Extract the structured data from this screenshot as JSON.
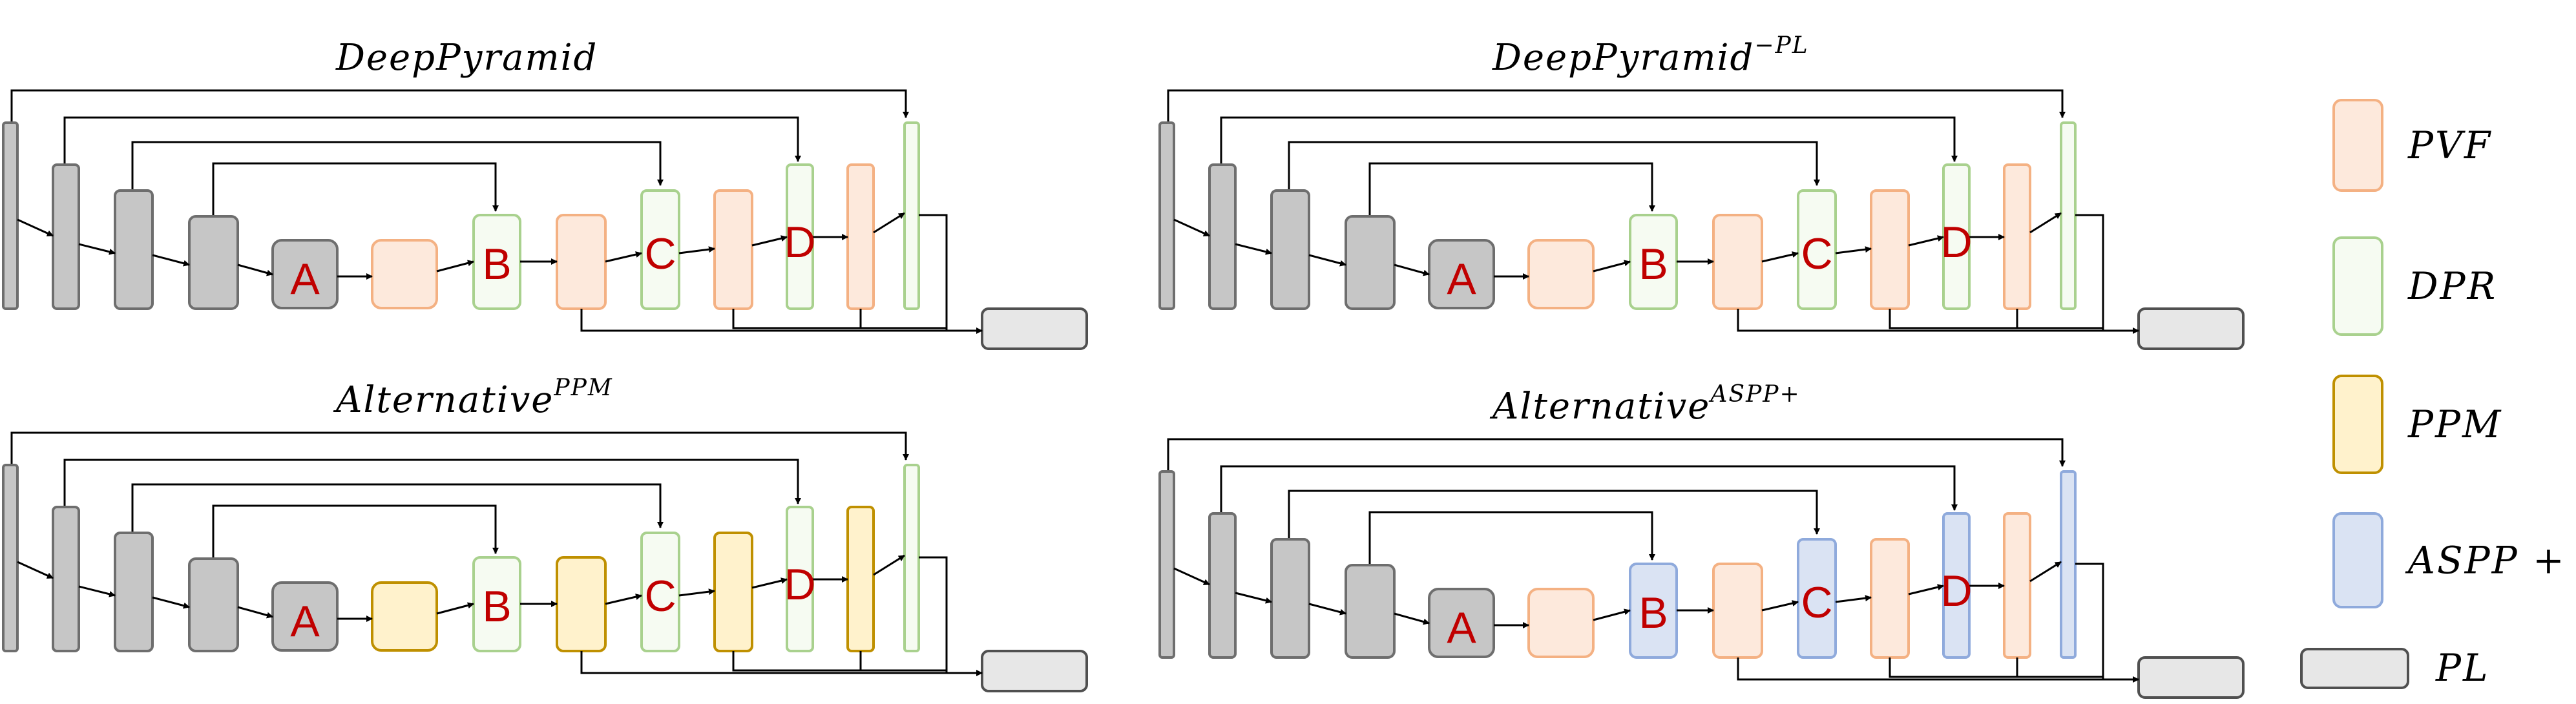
{
  "panels": [
    {
      "title": "DeepPyramid",
      "title_sup": "",
      "small": "pvf",
      "stage": "pvf",
      "b_box": "dpr",
      "c_box": "dpr",
      "d_box": "dpr",
      "last_bar": "dpr",
      "labels": {
        "a": "A",
        "b": "B",
        "c": "C",
        "d": "D"
      }
    },
    {
      "title": "DeepPyramid",
      "title_sup": "−PL",
      "small": "pvf",
      "stage": "pvf",
      "b_box": "dpr",
      "c_box": "dpr",
      "d_box": "dpr",
      "last_bar": "dpr",
      "labels": {
        "a": "A",
        "b": "B",
        "c": "C",
        "d": "D"
      }
    },
    {
      "title": "Alternative",
      "title_sup": "PPM",
      "small": "ppm",
      "stage": "ppm",
      "b_box": "dpr",
      "c_box": "dpr",
      "d_box": "dpr",
      "last_bar": "dpr",
      "labels": {
        "a": "A",
        "b": "B",
        "c": "C",
        "d": "D"
      }
    },
    {
      "title": "Alternative",
      "title_sup": "ASPP+",
      "small": "pvf",
      "stage": "pvf",
      "b_box": "aspp",
      "c_box": "aspp",
      "d_box": "aspp",
      "last_bar": "aspp",
      "labels": {
        "a": "A",
        "b": "B",
        "c": "C",
        "d": "D"
      }
    }
  ],
  "legend": [
    {
      "key": "pvf",
      "label": "PVF"
    },
    {
      "key": "dpr",
      "label": "DPR"
    },
    {
      "key": "ppm",
      "label": "PPM"
    },
    {
      "key": "aspp",
      "label": "ASPP +"
    },
    {
      "key": "pl",
      "label": "PL"
    }
  ],
  "colors": {
    "gray": {
      "fill": "#c6c6c6",
      "stroke": "#6e6e6e"
    },
    "pvf": {
      "fill": "#fde9dc",
      "stroke": "#f4b183"
    },
    "dpr": {
      "fill": "#f6fbf2",
      "stroke": "#a9d18e"
    },
    "ppm": {
      "fill": "#fff2cc",
      "stroke": "#bf9000"
    },
    "aspp": {
      "fill": "#dae3f3",
      "stroke": "#8faadc"
    },
    "pl": {
      "fill": "#e7e7e7",
      "stroke": "#505050"
    }
  }
}
